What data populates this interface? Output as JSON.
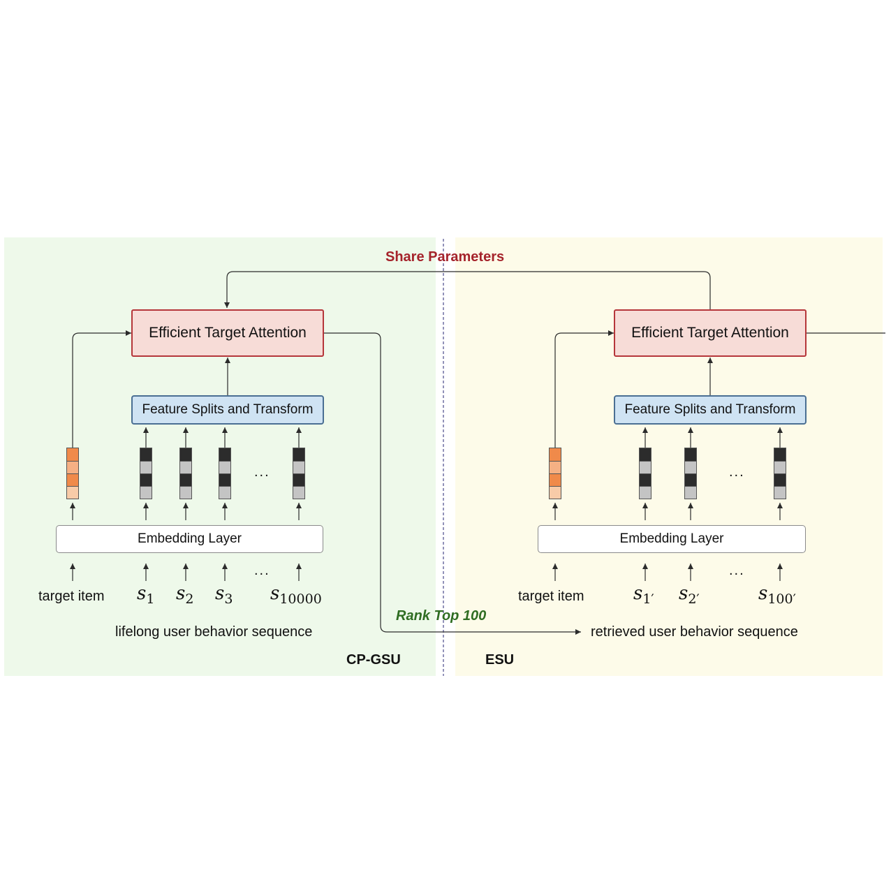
{
  "share_label": "Share Parameters",
  "rank_label": "Rank Top 100",
  "left": {
    "module_label": "CP-GSU",
    "attention_label": "Efficient Target Attention",
    "feature_label": "Feature Splits and Transform",
    "embedding_label": "Embedding Layer",
    "target_label": "target item",
    "ellipsis": "...",
    "seq_symbol": "s",
    "seq_subscripts": [
      "1",
      "2",
      "3",
      "10000"
    ],
    "sequence_caption": "lifelong user behavior sequence"
  },
  "right": {
    "module_label": "ESU",
    "attention_label": "Efficient Target Attention",
    "feature_label": "Feature Splits and Transform",
    "embedding_label": "Embedding Layer",
    "target_label": "target item",
    "ellipsis": "...",
    "seq_symbol": "s",
    "seq_subscripts": [
      "1′",
      "2′",
      "100′"
    ],
    "sequence_caption": "retrieved user behavior sequence"
  },
  "colors": {
    "left_panel": "#eef9ea",
    "right_panel": "#fdfbe9",
    "attention_fill": "#f7dcd7",
    "attention_border": "#b5363a",
    "feature_fill": "#cfe3f3",
    "feature_border": "#4a6f93",
    "target_vector": [
      "#f08a4a",
      "#f5b084",
      "#f08a4a",
      "#f8cba8"
    ],
    "behavior_vector": [
      "#2c2c2c",
      "#c4c4c4",
      "#2c2c2c",
      "#c4c4c4"
    ],
    "share_text": "#a5232b",
    "rank_text": "#2f6d22"
  }
}
